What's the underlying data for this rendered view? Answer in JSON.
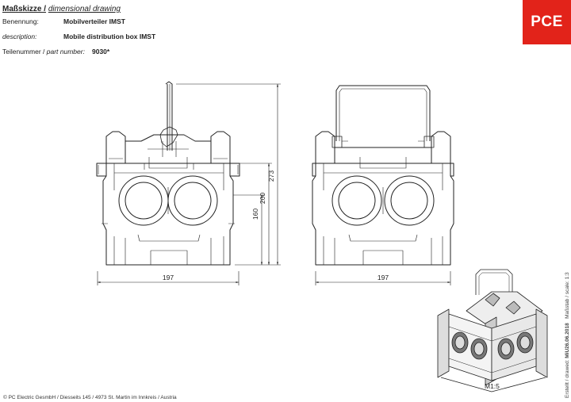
{
  "header": {
    "title_de": "Maßskizze /",
    "title_en": "dimensional drawing",
    "name_label": "Benennung:",
    "name_value": "Mobilverteiler IMST",
    "desc_label": "description:",
    "desc_value": "Mobile distribution box IMST",
    "part_label_de": "Teilenummer /",
    "part_label_en": "part number:",
    "part_value": "9030*"
  },
  "logo": {
    "text": "PCE",
    "color": "#e2231a"
  },
  "dimensions": {
    "front_width": "197",
    "side_width": "197",
    "height_160": "160",
    "height_200": "200",
    "height_273": "273"
  },
  "scale_label": "M1:5",
  "side_text": {
    "prefix": "Erstellt / drawed:",
    "value": "MiU26.06.2018",
    "scale_text": "Maßstab / scale: 1:3"
  },
  "footer": "© PC Electric GesmbH / Diesseits 145 / 4973 St. Martin im Innkreis / Austria"
}
